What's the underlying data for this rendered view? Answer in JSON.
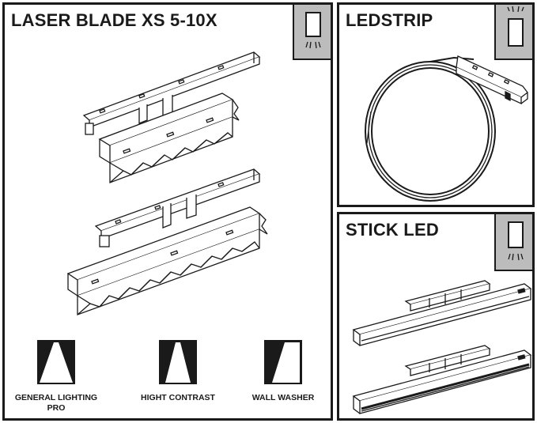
{
  "panels": {
    "laser": {
      "title": "LASER BLADE XS  5-10X",
      "badge_icon": "downlight-icon"
    },
    "ledstrip": {
      "title": "LEDSTRIP",
      "badge_icon": "uplight-icon"
    },
    "stick": {
      "title": "STICK LED",
      "badge_icon": "downlight-icon"
    }
  },
  "beams": [
    {
      "label_line1": "GENERAL LIGHTING",
      "label_line2": "PRO",
      "icon": "general-lighting-beam-icon"
    },
    {
      "label_line1": "HIGHT CONTRAST",
      "label_line2": "",
      "icon": "high-contrast-beam-icon"
    },
    {
      "label_line1": "WALL WASHER",
      "label_line2": "",
      "icon": "wall-washer-beam-icon"
    }
  ],
  "colors": {
    "ink": "#1a1a1a",
    "badge": "#bcbcbc",
    "background": "#ffffff"
  }
}
